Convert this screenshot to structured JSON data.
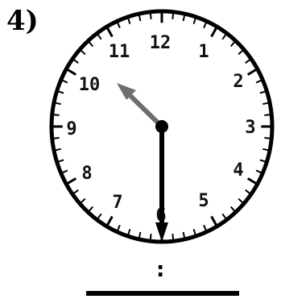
{
  "question": {
    "number": "4)"
  },
  "clock": {
    "numerals": [
      "12",
      "1",
      "2",
      "3",
      "4",
      "5",
      "6",
      "7",
      "8",
      "9",
      "10",
      "11"
    ],
    "hour_hand_color": "#6e6e6e",
    "minute_hand_color": "#000000",
    "face_color": "#ffffff",
    "rim_color": "#000000"
  },
  "answer": {
    "separator": ":"
  }
}
